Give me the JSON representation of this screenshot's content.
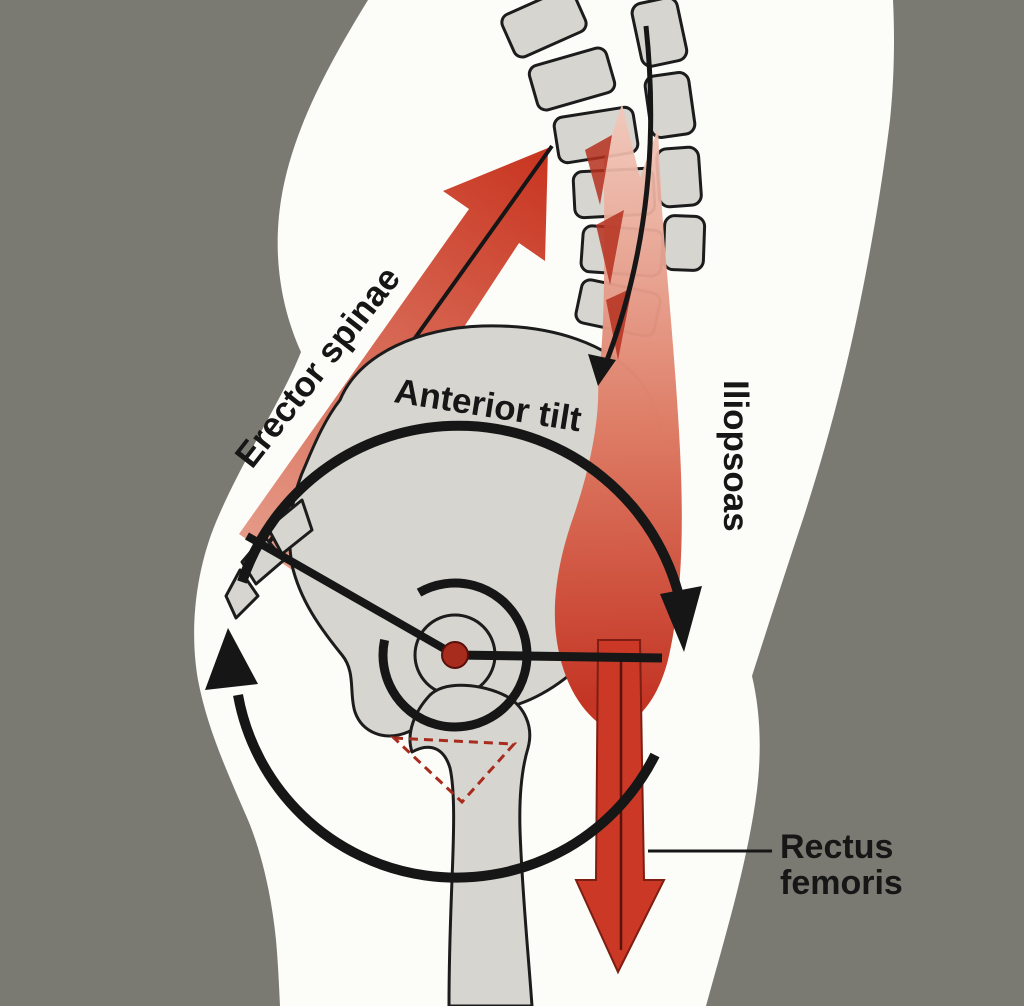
{
  "title": "Anterior pelvic tilt anatomy diagram",
  "labels": {
    "erector_spinae": "Erector spinae",
    "anterior_tilt": "Anterior tilt",
    "iliopsoas": "Iliopsoas",
    "rectus_femoris_line1": "Rectus",
    "rectus_femoris_line2": "femoris"
  },
  "colors": {
    "background": "#7b7a72",
    "body": "#fcfcf8",
    "bone": "#d6d5d0",
    "bone-outline": "#1c1c1c",
    "muscle-pink": "#f2c6b8",
    "muscle-red": "#c43524",
    "arrow-red": "#cb3826",
    "ink": "#161616",
    "hub-red": "#a82c1e",
    "erector-tail": "#e59a87",
    "erector-tip": "#c8341f"
  }
}
